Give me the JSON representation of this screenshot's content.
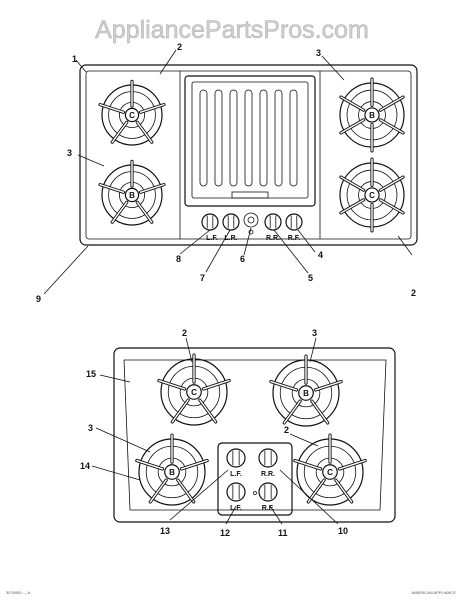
{
  "watermark": "AppliancePartsPros.com",
  "top_callouts": [
    "1",
    "2",
    "3",
    "3",
    "2",
    "4",
    "5",
    "6",
    "7",
    "8",
    "9"
  ],
  "top_burner_letters": [
    "C",
    "B",
    "B",
    "C"
  ],
  "top_knob_labels": [
    "L.F.",
    "L.R.",
    "R.R.",
    "R.F."
  ],
  "bottom_callouts": [
    "2",
    "3",
    "15",
    "2",
    "3",
    "14",
    "13",
    "12",
    "11",
    "10"
  ],
  "bottom_burner_letters": [
    "C",
    "B",
    "B",
    "C"
  ],
  "bottom_knob_labels": [
    "L.F.",
    "R.R.",
    "L.F.",
    "R.F."
  ],
  "footer_left": "3076950 — A",
  "footer_right": "AMERICAN APPLIANCE"
}
